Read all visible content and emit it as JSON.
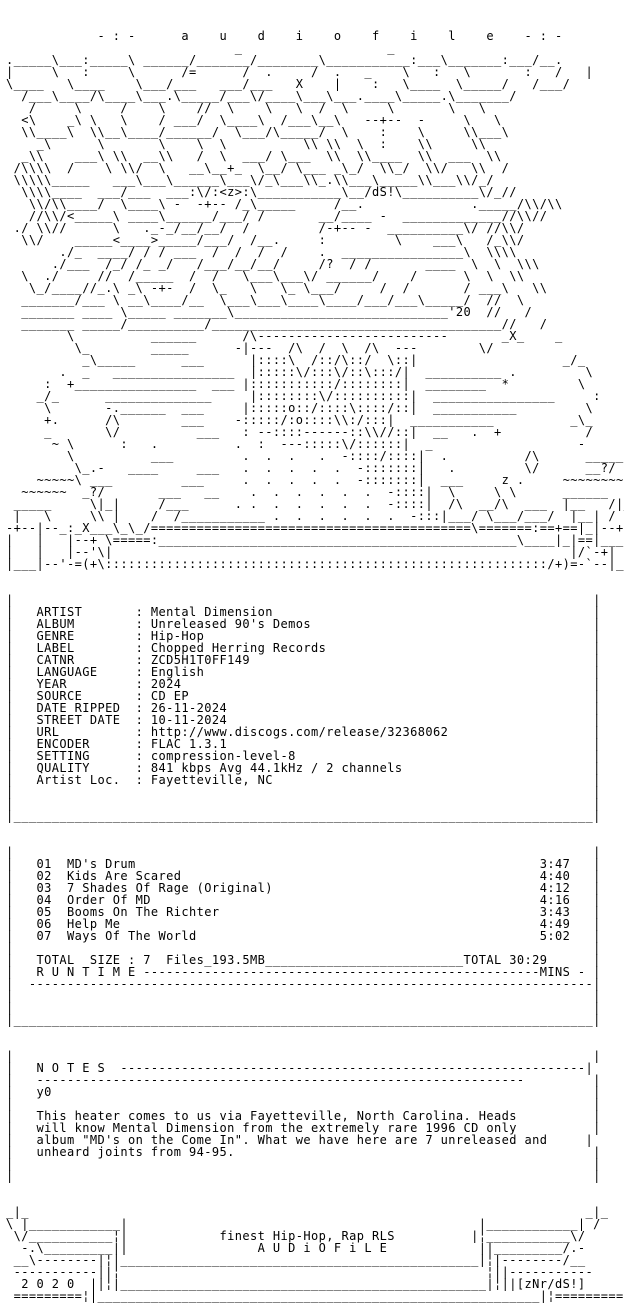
{
  "nfo": {
    "banner": [
      "            - : -      a    u    d    i    o    f    i    l    e    - : -",
      "                              _                   _",
      "._____\\___:_____\\ ______/_______/________\\___________:___\\_______:___/__.",
      "|     \\   :     \\      /=      /  .     /  .   _    \\   :   \\       :   /   |",
      "\\____   \\____    \\___/___   ___/___   X    |    :   \\____  \\_____/   /___/",
      "  /___\\____/\\____\\___.\\_____/___\\/____\\___\\___.____\\_____.\\_______/",
      "   /     \\     /    \\    //  \\    \\   \\  /  \\     \\       \\   \\",
      "  <\\    _\\ \\   \\    / ___/  \\____\\  /___\\__\\   --+--  -     \\   \\",
      "  \\\\____\\  \\\\__\\____/______/  \\___/\\_____/  \\    :    \\     \\\\___\\",
      "    _\\      \\       \\    \\  \\          \\\\ \\\\  \\  :    \\\\     \\\\",
      "  _\\\\    ___\\ \\\\  __\\\\   /  \\  ___/ \\___  \\\\  \\\\____  \\\\  ___  \\\\",
      " /\\\\\\\\  /    \\ \\\\/  \\   __\\__+_  \\__/ \\___ _\\_/  \\\\_/  \\\\/   \\\\  /",
      " \\\\\\\\\\_____   ___\\___\\______\\___\\/_\\___\\\\_.\\\\___\\_____\\\\___\\\\/_/",
      "  \\\\\\\\____  ___/___  ___:\\/:<z>:\\___________\\__/dS!\\__________\\/_//",
      "   \\\\/\\\\____/  \\____\\ -  -+-- /_\\_____     /__.              ._____/\\\\/\\\\",
      "   //\\\\/<_____\\ ____\\______/___/ /       __/____ -  _____________//\\\\//",
      " ./ \\\\//      \\   ._-_/__/__/  /         /-+-- -  __________\\/ //\\\\/",
      "  \\\\/    _____<____>_____/___/  /__.     :         \\    ___\\   /_\\\\/",
      "       ./_  ____/ / / ___  /  /  /  /    .  ________________\\  \\\\\\\\",
      "      ./___  /_/ /_ _/   /___/__/__/     /?  / /       ____  \\  \\  \\\\\\",
      "  \\  ./     //  /_____  /  /   \\___\\___\\/ ______/    /      \\  \\  \\\\",
      "   \\_/____//_.\\ _\\ -+-  /  \\_   \\   \\_ \\___/     /  /       / ___\\   \\\\",
      "  _______/___ \\ __\\____/__  \\___\\___\\____\\____/___/___\\_____/  //  \\",
      "  _______ ____ \\_____ _______\\____________________________'20  //   /",
      "  _______ _____/__________/______________________________________//   /",
      "        \\          ______      /\\-------------------------       _X_    _",
      "         \\_        _____      -|---  /\\  /  \\  /\\  ---        \\/",
      "          _\\_____      ___      |::::\\  /::/\\::/  \\::|                   _/_",
      "       .  _   ________________  |:::::\\/:::\\/::\\:::/|  __________ .         \\",
      "     :  +________________  ___ |:::::::::::/::::::::|  ________  *         \\",
      "    _/_      ______________     |::::::::\\/::::::::::|  ________________     :",
      "     \\       -.______  ___     |:::::o::/::::\\::::/::|  ___________         \\",
      "     +.      /\\        ___    -:::::/:o::::\\\\:/:::|  ___________          _\\_",
      "     _       \\/          ___   : --::::------::\\\\//::|  __   .  +           /",
      "      ~ \\      :   .          .  :  ---:::::\\/::::::|  _                   -",
      "        \\          ___         .  .  .   .  -::::/::::|  .          /\\      _____",
      "         \\_.-   ____     ___   .  .  .  .  .  -:::::::|   .         \\/      __?/",
      "    ~~~~~\\ ___         ___     .  .  .  .  .  -:::::::|  ___     z .     ~~~~~~~~",
      "  ~~~~~~  _?/       ___   __    .  .  .  .  .  .  -::::|  \\     \\ \\      ______  .",
      " _____     \\|_|     /___      . .  .  .  .  .  .  -::::|  /\\  __/\\  ___  |__   /|_   ___",
      " |   \\     \\\\ |    /  /___________ .  .  .  .  .  .  -:::|___/ \\___/___/  |__| /  |   |",
      "-+--|--_:_X___\\_\\_/==========================================\\=======:==+==|_|--+---|=-+-",
      "|   |   |--+ \\=====:_______________________________________________\\____|_|==|___|   |",
      "|   |   |--'\\|                                                            |/`-+|   |",
      "|___|--'-=(+\\::::::::::::::::::::::::::::::::::::::::::::::::::::::::::/+)=-`--|___|"
    ],
    "fields": [
      "|                                                                            |",
      "|   ARTIST       : Mental Dimension                                          |",
      "|   ALBUM        : Unreleased 90's Demos                                     |",
      "|   GENRE        : Hip-Hop                                                   |",
      "|   LABEL        : Chopped Herring Records                                   |",
      "|   CATNR        : ZCD5H1T0FF149                                             |",
      "|   LANGUAGE     : English                                                   |",
      "|   YEAR         : 2024                                                      |",
      "|   SOURCE       : CD EP                                                     |",
      "|   DATE RIPPED  : 26-11-2024                                                |",
      "|   STREET DATE  : 10-11-2024                                                |",
      "|   URL          : http://www.discogs.com/release/32368062                   |",
      "|   ENCODER      : FLAC 1.3.1                                                |",
      "|   SETTING      : compression-level-8                                       |",
      "|   QUALITY      : 841 kbps Avg 44.1kHz / 2 channels                         |",
      "|   Artist Loc.  : Fayetteville, NC                                          |",
      "|                                                                            |",
      "|                                                                            |",
      "|____________________________________________________________________________|"
    ],
    "tracklist": [
      "|                                                                            |",
      "|   01  MD's Drum                                                     3:47   |",
      "|   02  Kids Are Scared                                               4:40   |",
      "|   03  7 Shades Of Rage (Original)                                   4:12   |",
      "|   04  Order Of MD                                                   4:16   |",
      "|   05  Booms On The Richter                                          3:43   |",
      "|   06  Help Me                                                       4:49   |",
      "|   07  Ways Of The World                                             5:02   |",
      "|                                                                            |",
      "|   TOTAL  SIZE : 7  Files_193.5MB__________________________TOTAL 30:29      |",
      "|   R U N T I M E ----------------------------------------------------MINS - |",
      "|  --------------------------------------------------------------------------|",
      "|                                                                            |",
      "|                                                                            |",
      "|____________________________________________________________________________|"
    ],
    "notes": [
      "|                                                                            |",
      "|   N O T E S  -------------------------------------------------------------|",
      "|   ----------------------------------------------------------------         |",
      "|   y0                                                                       |",
      "|                                                                            |",
      "|   This heater comes to us via Fayetteville, North Carolina. Heads          |",
      "|   will know Mental Dimension from the extremely rare 1996 CD only          |",
      "|   album \"MD's on the Come In\". What we have here are 7 unreleased and     |",
      "|   unheard joints from 94-95.                                               |",
      "|                                                                            |",
      "|                                                                            |"
    ],
    "footer": [
      "_|_                                                                         _|_",
      "\\ |____________|                                              |____________| /",
      " \\/___________¦|            finest Hip-Hop, Rap RLS          |¦___________\\/",
      "  -.\\_________||                 A U D i O F i L E            ||_________/.-",
      " __\\--------|¦|_______________________________________________|¦|--------/__",
      " -----------||¦                                                ¦||-----------",
      "  2 0 2 0  ||¦|________________________________________________|¦||[zNr/dS!]",
      " =========¦|__________________________________________________________|¦========="
    ]
  }
}
